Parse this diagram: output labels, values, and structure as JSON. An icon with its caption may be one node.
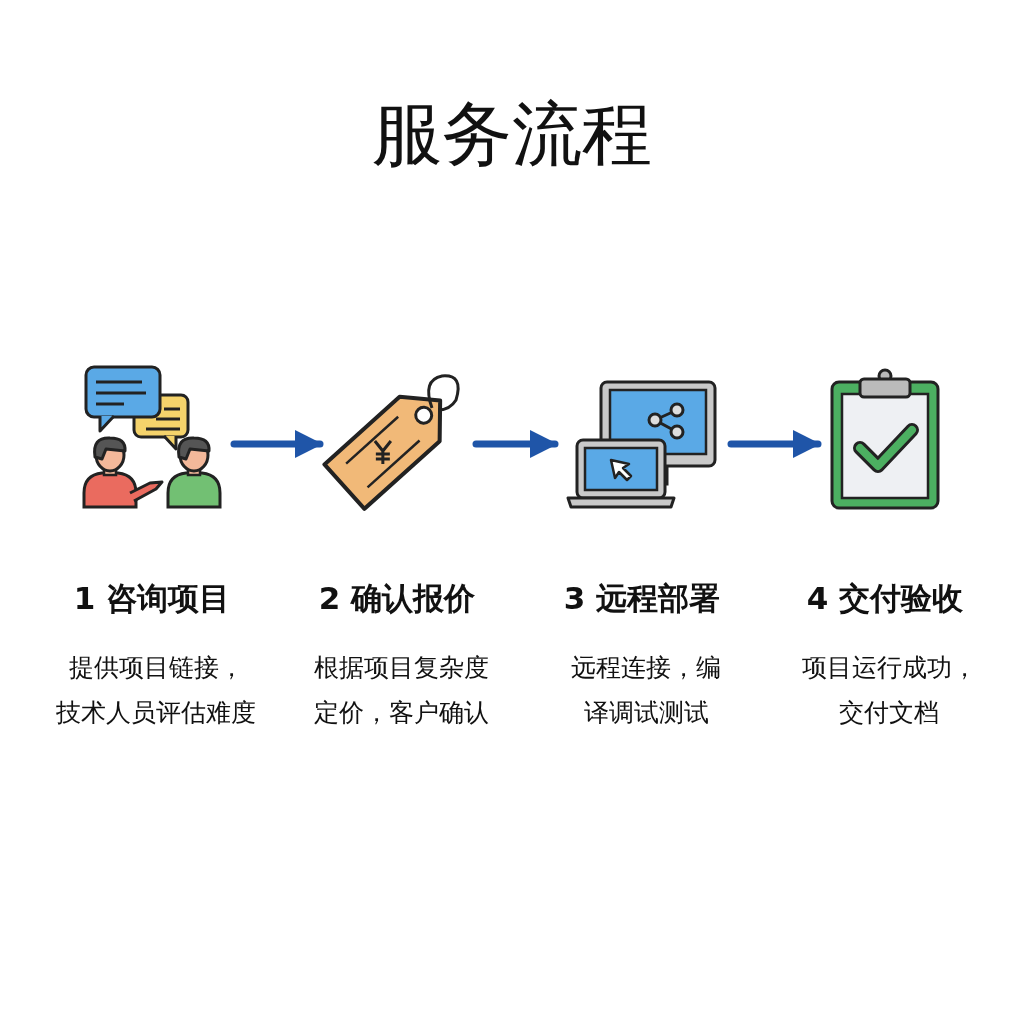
{
  "diagram": {
    "title": "服务流程",
    "nodes": [
      {
        "text": [],
        "shape": "picture",
        "beside": [
          "1 咨询项目",
          "提供项目链接，技术人员评估难度"
        ]
      },
      {
        "text": [],
        "shape": "picture",
        "beside": [
          "2 确认报价",
          "根据项目复杂度定价，客户确认"
        ]
      },
      {
        "text": [],
        "shape": "picture",
        "beside": [
          "3 远程部署",
          "远程连接，编译调试测试"
        ]
      },
      {
        "text": [],
        "shape": "picture",
        "beside": [
          "4 交付验收",
          "项目运行成功，交付文档"
        ]
      }
    ],
    "edges": [
      {
        "from": 0,
        "to": 1,
        "arrow": "to"
      },
      {
        "from": 1,
        "to": 2,
        "arrow": "to"
      },
      {
        "from": 2,
        "to": 3,
        "arrow": "to"
      }
    ]
  }
}
